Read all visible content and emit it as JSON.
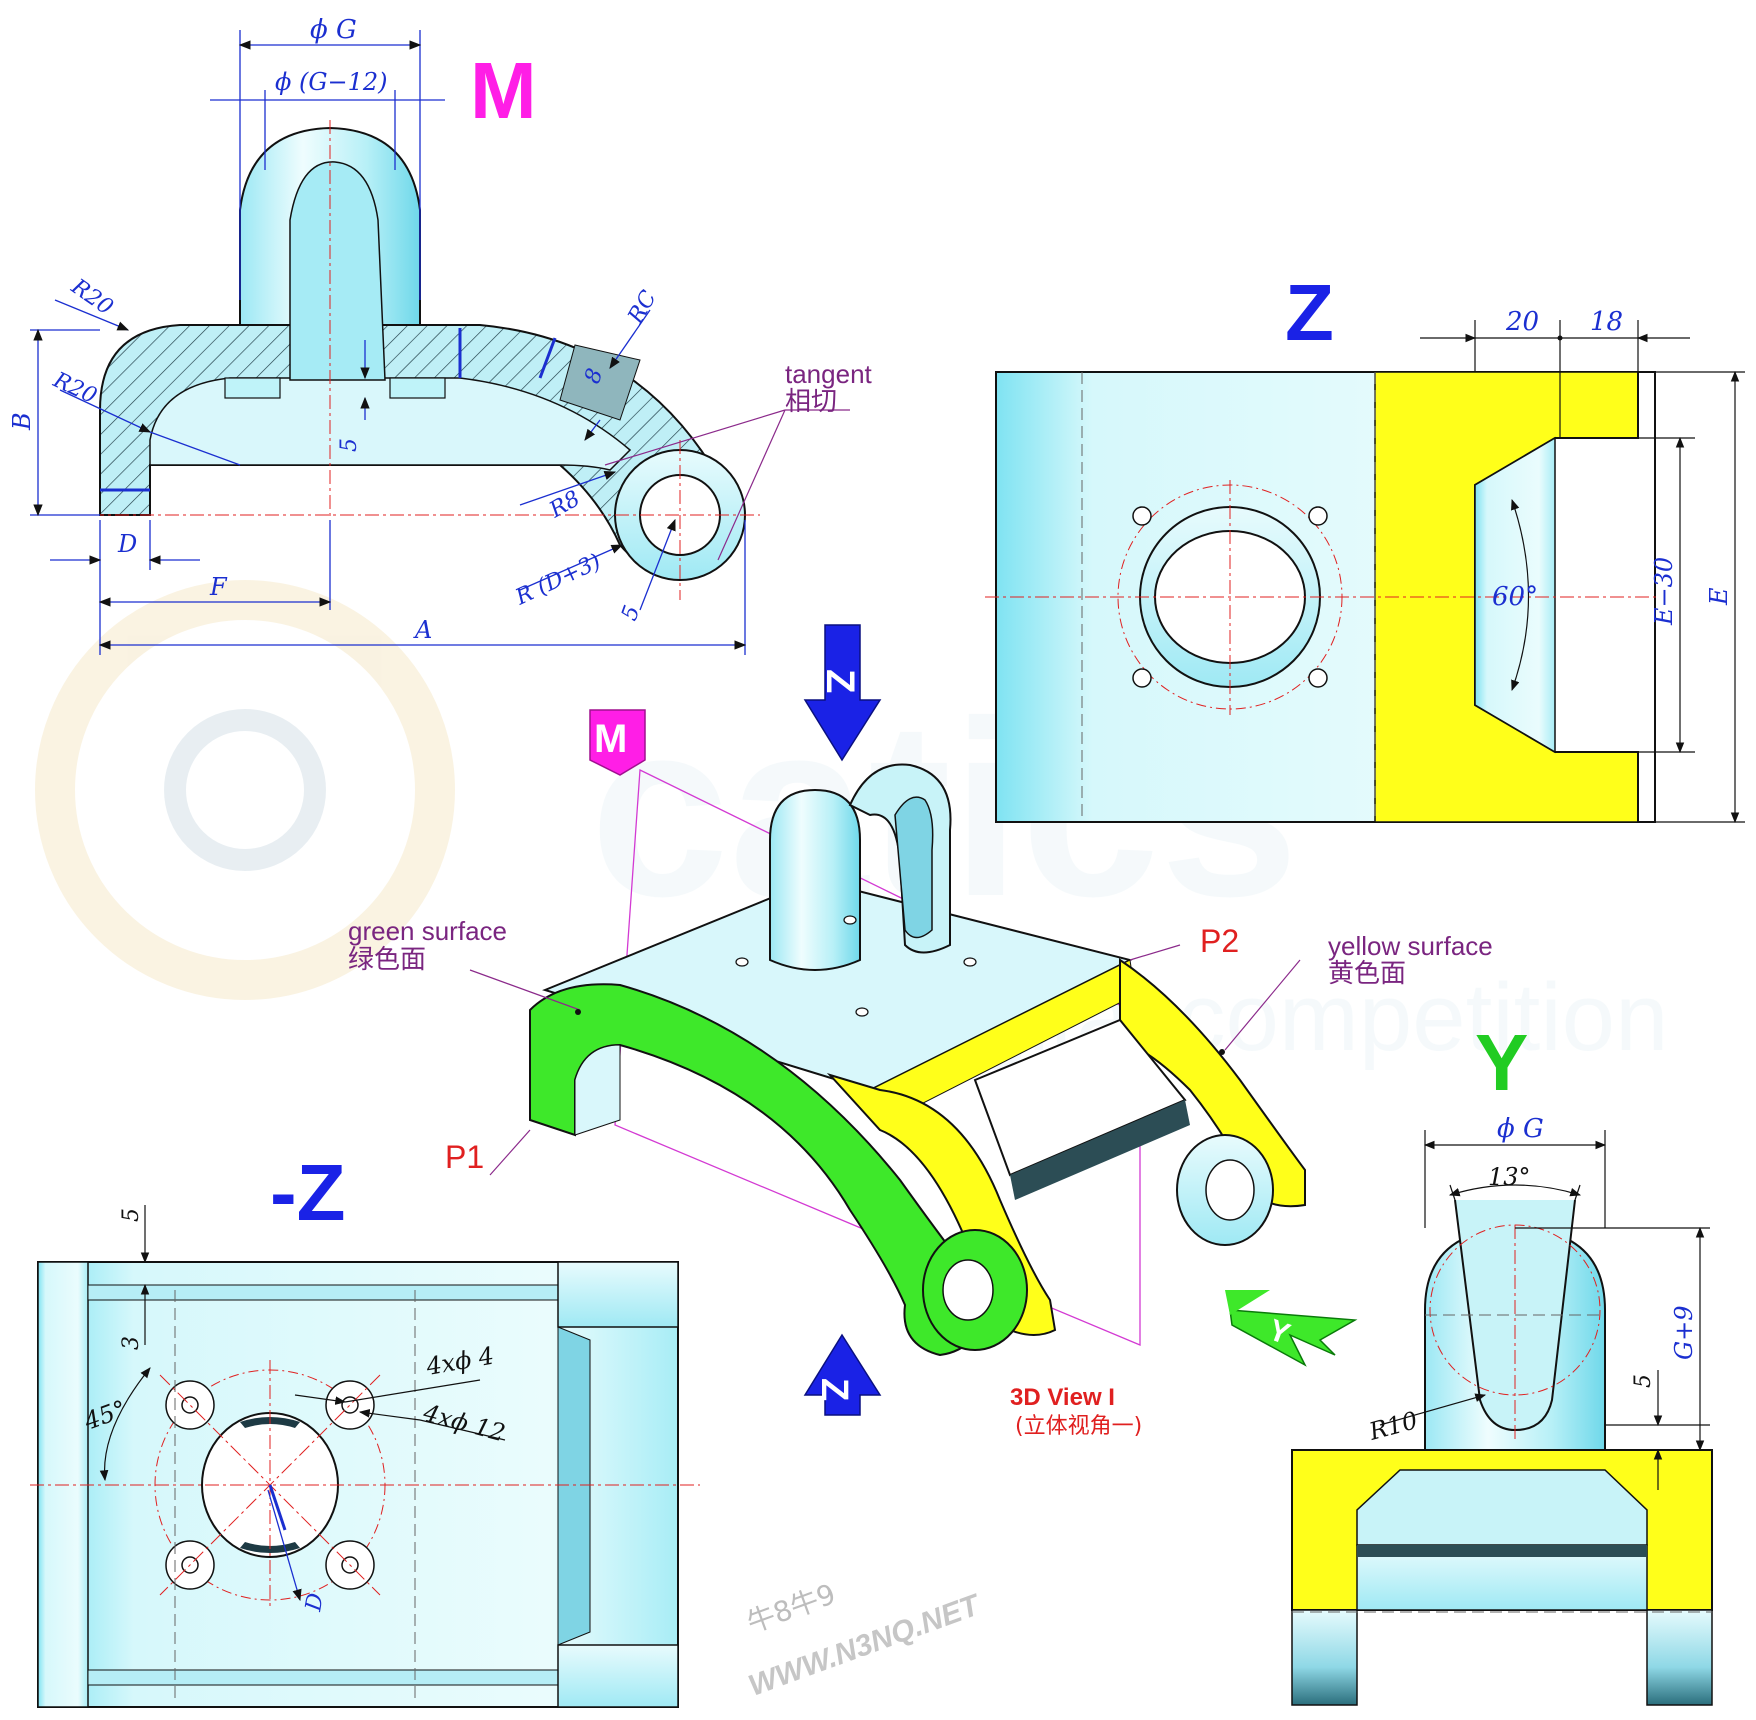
{
  "views": {
    "m": {
      "title": "M"
    },
    "z": {
      "title": "Z"
    },
    "neg_z": {
      "title": "-Z"
    },
    "y": {
      "title": "Y"
    }
  },
  "dims_m": {
    "phi_g": "ϕ G",
    "phi_g12": "ϕ (G−12)",
    "r20_top": "R20",
    "r20_inner": "R20",
    "rc": "RC",
    "eight": "8",
    "five_a": "5",
    "b": "B",
    "r8": "R8",
    "rd3": "R (D+3)",
    "five_b": "5",
    "d": "D",
    "f": "F",
    "a": "A",
    "tangent_en": "tangent",
    "tangent_cn": "相切"
  },
  "dims_z": {
    "twenty": "20",
    "eighteen": "18",
    "sixty": "60°",
    "e30": "E−30",
    "e": "E"
  },
  "dims_negz": {
    "five": "5",
    "three": "3",
    "forty_five": "45°",
    "four_phi4": "4xϕ 4",
    "four_phi12": "4xϕ 12",
    "d": "D"
  },
  "dims_y": {
    "phi_g": "ϕ G",
    "thirteen": "13°",
    "g9": "G+9",
    "five": "5",
    "r10": "R10"
  },
  "iso": {
    "arrow_neg_z_top": "Z",
    "arrow_neg_z_bottom": "Z",
    "flag_m": "M",
    "arrow_y": "Y",
    "green_en": "green surface",
    "green_cn": "绿色面",
    "yellow_en": "yellow surface",
    "yellow_cn": "黄色面",
    "p1": "P1",
    "p2": "P2",
    "view_title": "3D View I",
    "view_sub": "(立体视角一)"
  },
  "watermark": {
    "brand": "catics",
    "tagline": "AD digital competition",
    "site1": "牛8牛9",
    "site2": "WWW.N3NQ.NET"
  },
  "colors": {
    "dimension": "#1b2fd0",
    "magenta": "#ff1ee6",
    "blue_title": "#1a22e6",
    "green_title": "#21cc22",
    "green_surface": "#3ee82a",
    "yellow_surface": "#ffff1a",
    "body_light": "#c6f3f8",
    "red_center": "#e02020",
    "leader": "#8b2a8b"
  }
}
